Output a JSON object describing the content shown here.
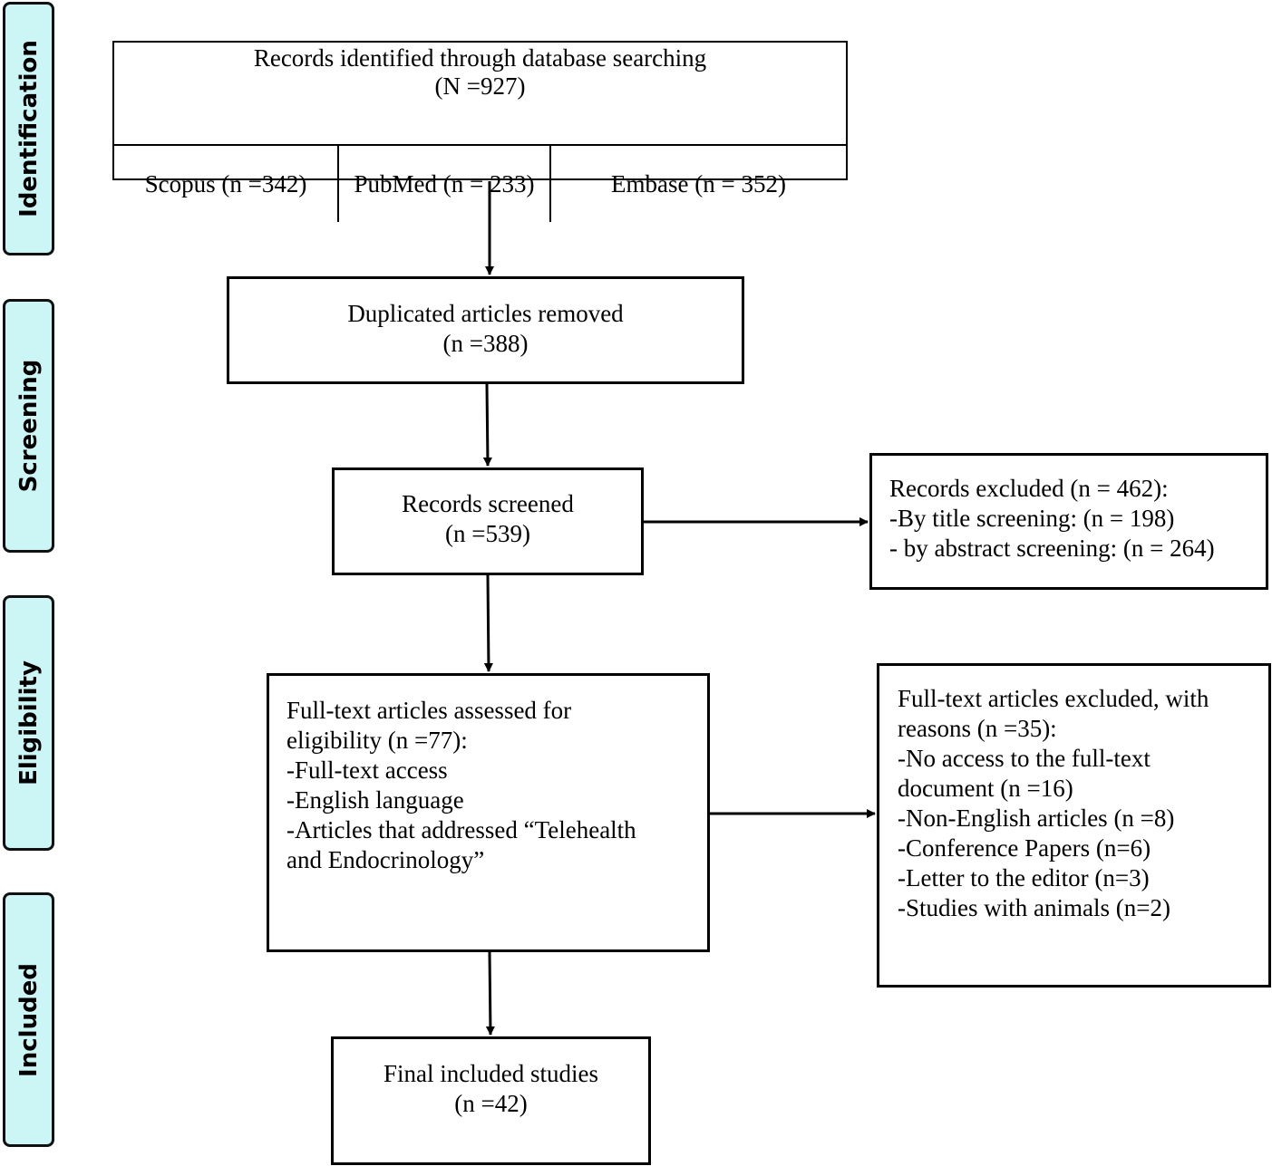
{
  "stages": {
    "identification": "Identification",
    "screening": "Screening",
    "eligibility": "Eligibility",
    "included": "Included"
  },
  "identified": {
    "title": "Records identified through database searching",
    "count": "(N =927)",
    "sources": [
      "Scopus (n =342)",
      "PubMed (n = 233)",
      "Embase (n = 352)"
    ]
  },
  "duplicates": {
    "title": "Duplicated articles removed",
    "count": "(n =388)"
  },
  "screened": {
    "title": "Records screened",
    "count": "(n =539)"
  },
  "excluded": {
    "lines": [
      "Records excluded (n = 462):",
      "-By title screening: (n = 198)",
      "- by abstract screening: (n = 264)"
    ]
  },
  "fulltext": {
    "lines": [
      "Full-text articles assessed for",
      "eligibility (n =77):",
      "-Full-text access",
      "-English language",
      "-Articles that addressed “Telehealth",
      "and Endocrinology”"
    ]
  },
  "fulltext_excluded": {
    "lines": [
      "Full-text articles excluded, with",
      "reasons (n =35):",
      "-No access to the full-text",
      "document (n =16)",
      "-Non-English articles (n =8)",
      "-Conference Papers (n=6)",
      "-Letter to the editor (n=3)",
      "-Studies with animals (n=2)"
    ]
  },
  "final": {
    "title": "Final included studies",
    "count": "(n =42)"
  }
}
